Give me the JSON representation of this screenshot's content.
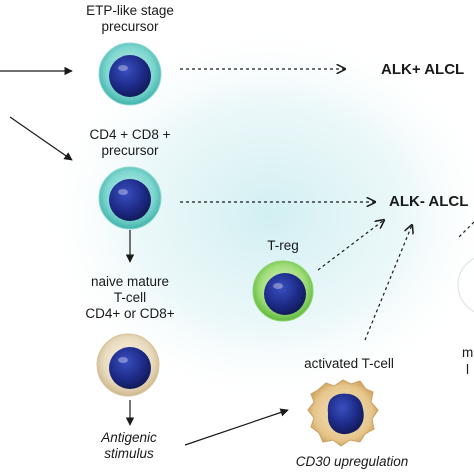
{
  "labels": {
    "etp_line1": "ETP-like stage",
    "etp_line2": "precursor",
    "cd4cd8_line1": "CD4 + CD8 +",
    "cd4cd8_line2": "precursor",
    "naive_line1": "naive mature",
    "naive_line2": "T-cell",
    "naive_line3": "CD4+ or CD8+",
    "antigenic_line1": "Antigenic",
    "antigenic_line2": "stimulus",
    "treg": "T-reg",
    "activated": "activated T-cell",
    "cd30": "CD30 upregulation",
    "alk_pos": "ALK+ ALCL",
    "alk_neg": "ALK- ALCL",
    "clip_m": "m",
    "clip_l": "l"
  },
  "colors": {
    "nucleus": "#1f2d8c",
    "teal_cell": "#58c8c0",
    "green_cell": "#7fcf5a",
    "beige_cell": "#eadcc0",
    "activated_cell": "#e6c58a",
    "glow": "#d9f0f3"
  }
}
